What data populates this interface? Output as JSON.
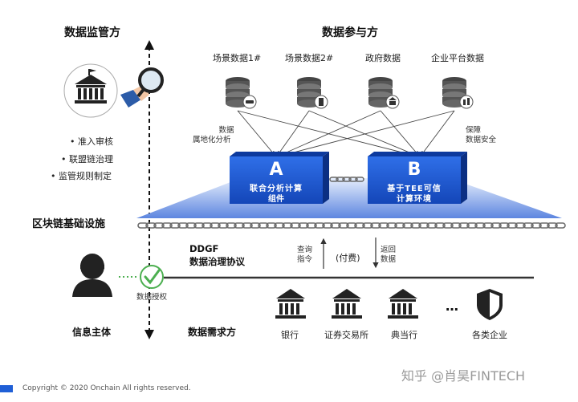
{
  "headers": {
    "regulator": "数据监管方",
    "participants": "数据参与方",
    "blockchain": "区块链基础设施",
    "subject": "信息主体",
    "demand": "数据需求方"
  },
  "regulator_items": [
    "准入审核",
    "联盟链治理",
    "监管规则制定"
  ],
  "sources": [
    "场景数据1#",
    "场景数据2#",
    "政府数据",
    "企业平台数据"
  ],
  "side_notes": {
    "left": [
      "数据",
      "属地化分析"
    ],
    "right": [
      "保障",
      "数据安全"
    ]
  },
  "boxes": {
    "a": {
      "letter": "A",
      "line1": "联合分析计算",
      "line2": "组件"
    },
    "b": {
      "letter": "B",
      "line1": "基于TEE可信",
      "line2": "计算环境"
    }
  },
  "protocol": {
    "line1": "DDGF",
    "line2": "数据治理协议"
  },
  "flow": {
    "query": [
      "查询",
      "指令"
    ],
    "fee": "(付费)",
    "return": [
      "返回",
      "数据"
    ]
  },
  "authorize": "数据授权",
  "demanders": [
    "银行",
    "证券交易所",
    "典当行",
    "…",
    "各类企业"
  ],
  "footer": {
    "copyright": "Copyright © 2020 Onchain  All rights reserved.",
    "watermark": "知乎 @肖昊FINTECH"
  },
  "colors": {
    "box_blue": "#1f5fd6",
    "chain_gray": "#6b6b6b",
    "accent_green": "#4caf50"
  }
}
